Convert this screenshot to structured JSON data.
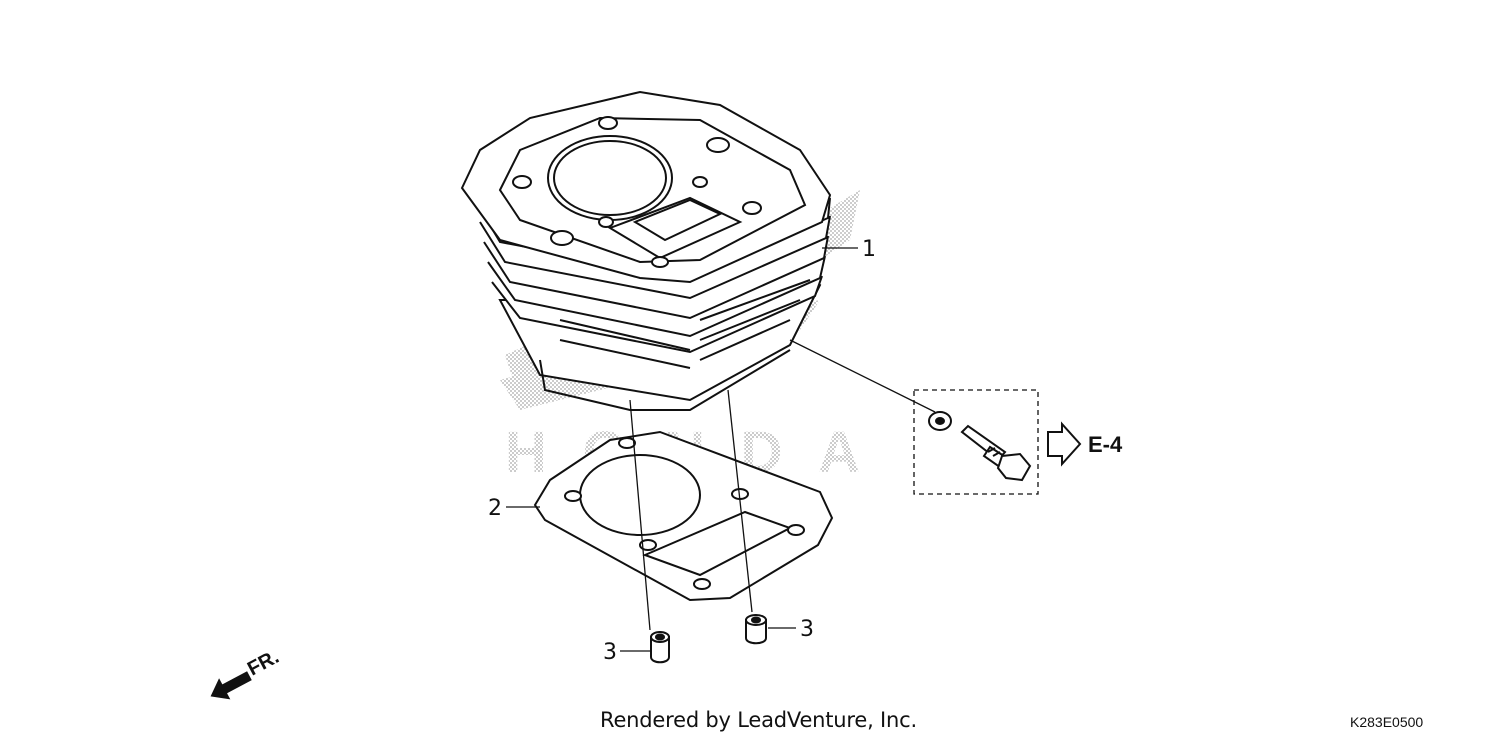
{
  "callouts": {
    "cylinder": "1",
    "gasket": "2",
    "dowel_left": "3",
    "dowel_right": "3"
  },
  "reference": {
    "label": "E-4"
  },
  "direction": {
    "label": "FR."
  },
  "watermark": {
    "text": "HONDA"
  },
  "footer": {
    "credit": "Rendered by LeadVenture, Inc.",
    "diagram_code": "K283E0500"
  },
  "colors": {
    "line": "#111111",
    "background": "#ffffff",
    "watermark": "#bdbdbd"
  }
}
